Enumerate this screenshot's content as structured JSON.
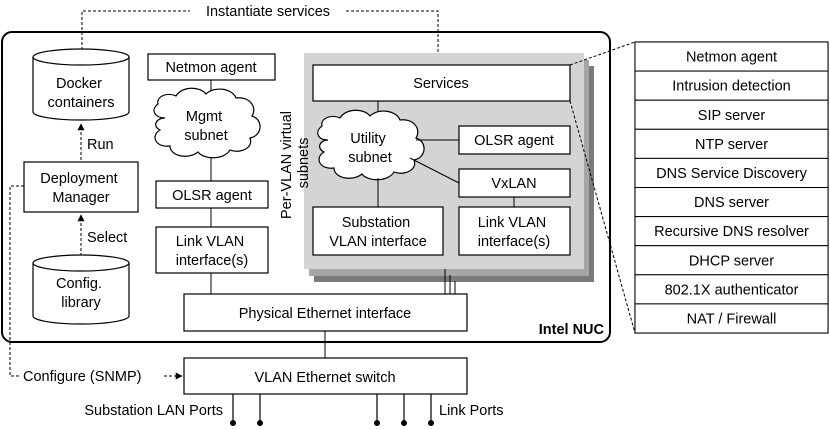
{
  "top_label": "Instantiate services",
  "nuc": {
    "label": "Intel NUC"
  },
  "docker": {
    "line1": "Docker",
    "line2": "containers"
  },
  "config_library": {
    "line1": "Config.",
    "line2": "library"
  },
  "deployment_manager": {
    "line1": "Deployment",
    "line2": "Manager"
  },
  "run_label": "Run",
  "select_label": "Select",
  "configure_label": "Configure (SNMP)",
  "mgmt": {
    "netmon_agent": "Netmon agent",
    "subnet_line1": "Mgmt",
    "subnet_line2": "subnet",
    "olsr_agent": "OLSR agent",
    "link_vlan_line1": "Link VLAN",
    "link_vlan_line2": "interface(s)"
  },
  "vlan": {
    "side_label_line1": "Per-VLAN virtual",
    "side_label_line2": "subnets",
    "services": "Services",
    "utility_line1": "Utility",
    "utility_line2": "subnet",
    "olsr_agent": "OLSR agent",
    "vxlan": "VxLAN",
    "substation_line1": "Substation",
    "substation_line2": "VLAN interface",
    "link_vlan_line1": "Link VLAN",
    "link_vlan_line2": "interface(s)"
  },
  "physical_ethernet": "Physical Ethernet interface",
  "switch": "VLAN Ethernet switch",
  "substation_ports": "Substation LAN Ports",
  "link_ports": "Link Ports",
  "service_list": [
    "Netmon agent",
    "Intrusion detection",
    "SIP server",
    "NTP server",
    "DNS Service Discovery",
    "DNS server",
    "Recursive DNS resolver",
    "DHCP server",
    "802.1X authenticator",
    "NAT / Firewall"
  ],
  "colors": {
    "stack_back": "#7a7a7a",
    "stack_mid": "#a6a6a6",
    "stack_front": "#d4d4d4"
  }
}
